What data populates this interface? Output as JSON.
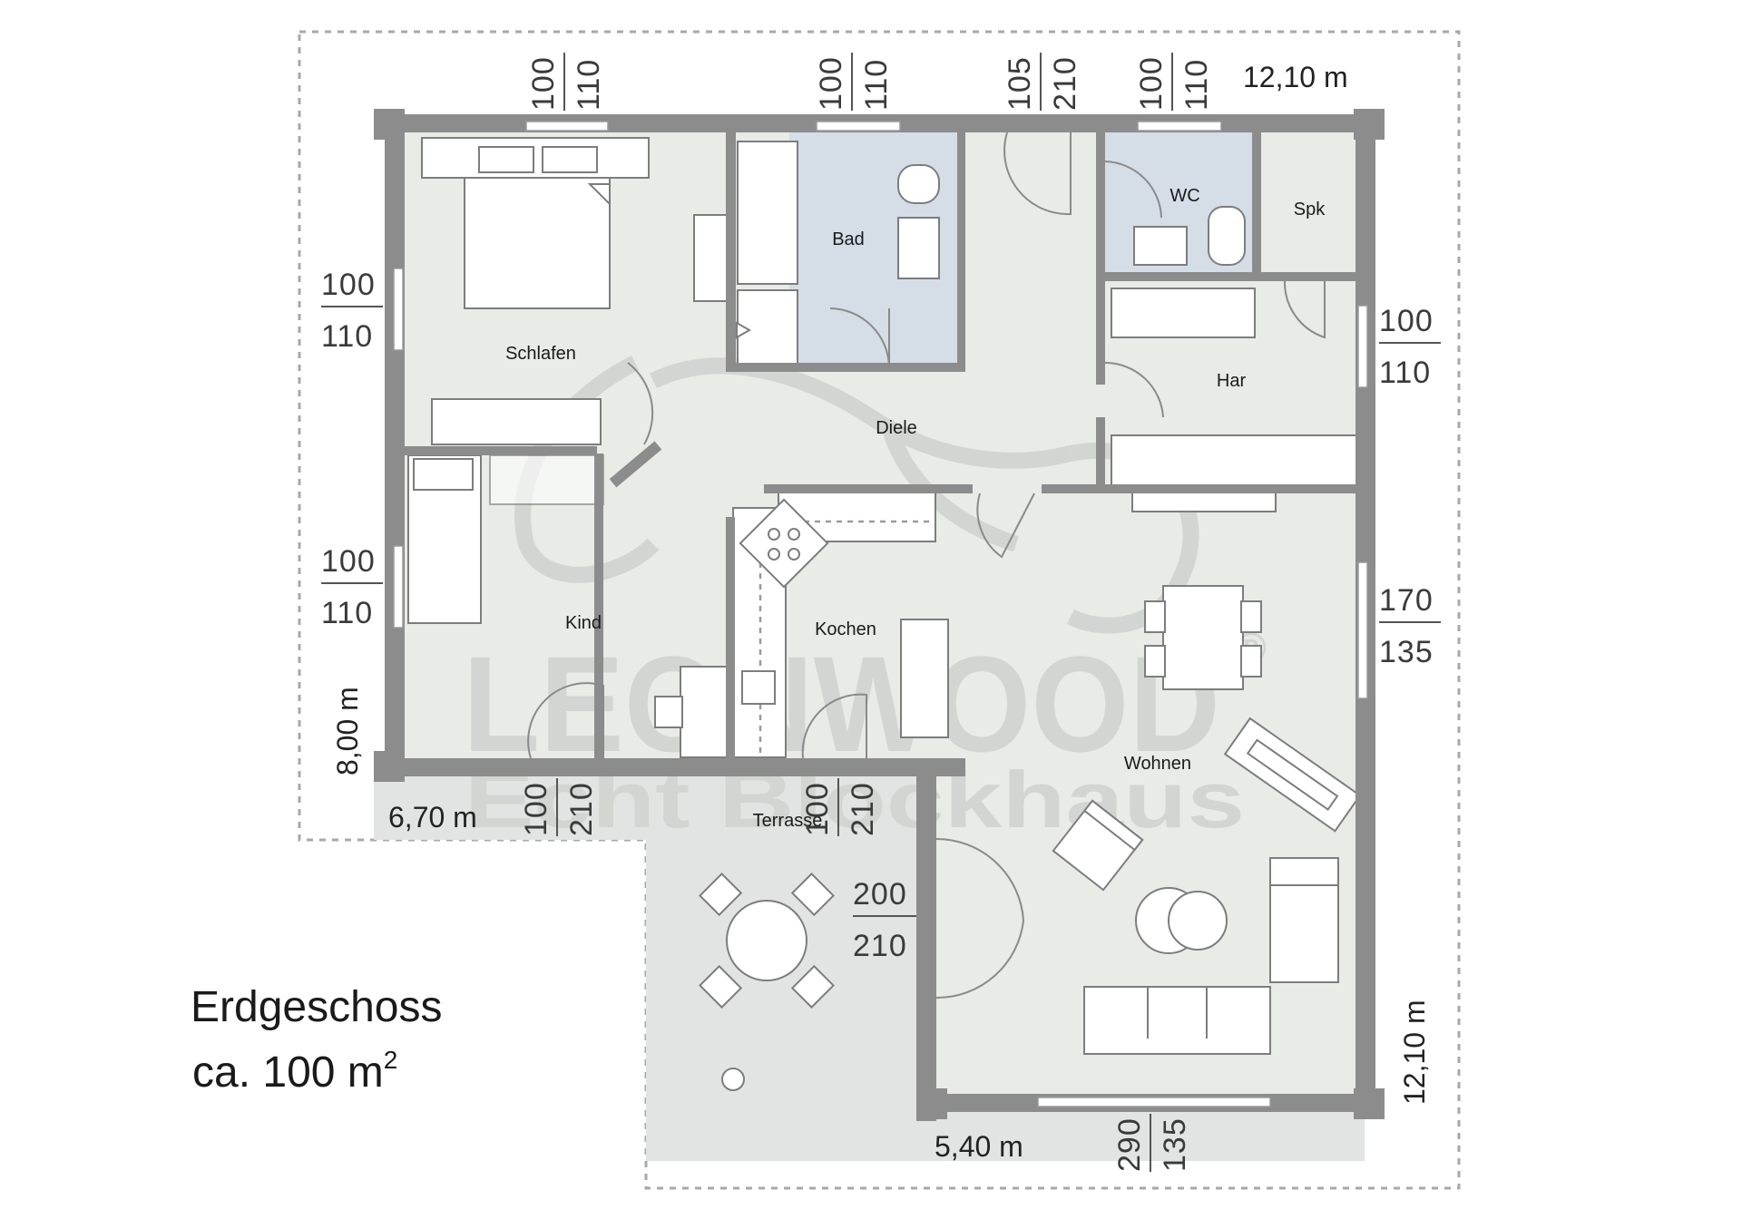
{
  "rooms": {
    "schlafen": "Schlafen",
    "bad": "Bad",
    "wc": "WC",
    "spk": "Spk",
    "har": "Har",
    "diele": "Diele",
    "kind": "Kind",
    "kochen": "Kochen",
    "wohnen": "Wohnen",
    "terrasse": "Terrasse"
  },
  "dimensions": {
    "top_total": "12,10 m",
    "left_total": "8,00 m",
    "right_total": "12,10 m",
    "terrace_width": "6,70 m",
    "bottom_width": "5,40 m"
  },
  "openings": {
    "w_top_schlafen": {
      "top": "100",
      "bottom": "110"
    },
    "w_top_bad": {
      "top": "100",
      "bottom": "110"
    },
    "d_entrance": {
      "top": "105",
      "bottom": "210"
    },
    "w_top_wc": {
      "top": "100",
      "bottom": "110"
    },
    "w_left_1": {
      "top": "100",
      "bottom": "110"
    },
    "w_left_2": {
      "top": "100",
      "bottom": "110"
    },
    "w_right_1": {
      "top": "100",
      "bottom": "110"
    },
    "w_right_2": {
      "top": "170",
      "bottom": "135"
    },
    "d_kind_terrace": {
      "top": "100",
      "bottom": "210"
    },
    "d_kochen_terrace": {
      "top": "100",
      "bottom": "210"
    },
    "d_wohnen_terrace": {
      "top": "200",
      "bottom": "210"
    },
    "w_bottom": {
      "top": "290",
      "bottom": "135"
    }
  },
  "caption": {
    "line1": "Erdgeschoss",
    "line2_prefix": "ca. 100 m",
    "line2_sup": "2"
  },
  "watermark": {
    "brand": "LEONWOOD",
    "tagline": "Echt Blockhaus",
    "registered": "®"
  },
  "colors": {
    "wall": "#8b8c8b",
    "floor": "#e8ebe6",
    "bath": "#d5dde7",
    "terrace": "#e2e3e3"
  }
}
